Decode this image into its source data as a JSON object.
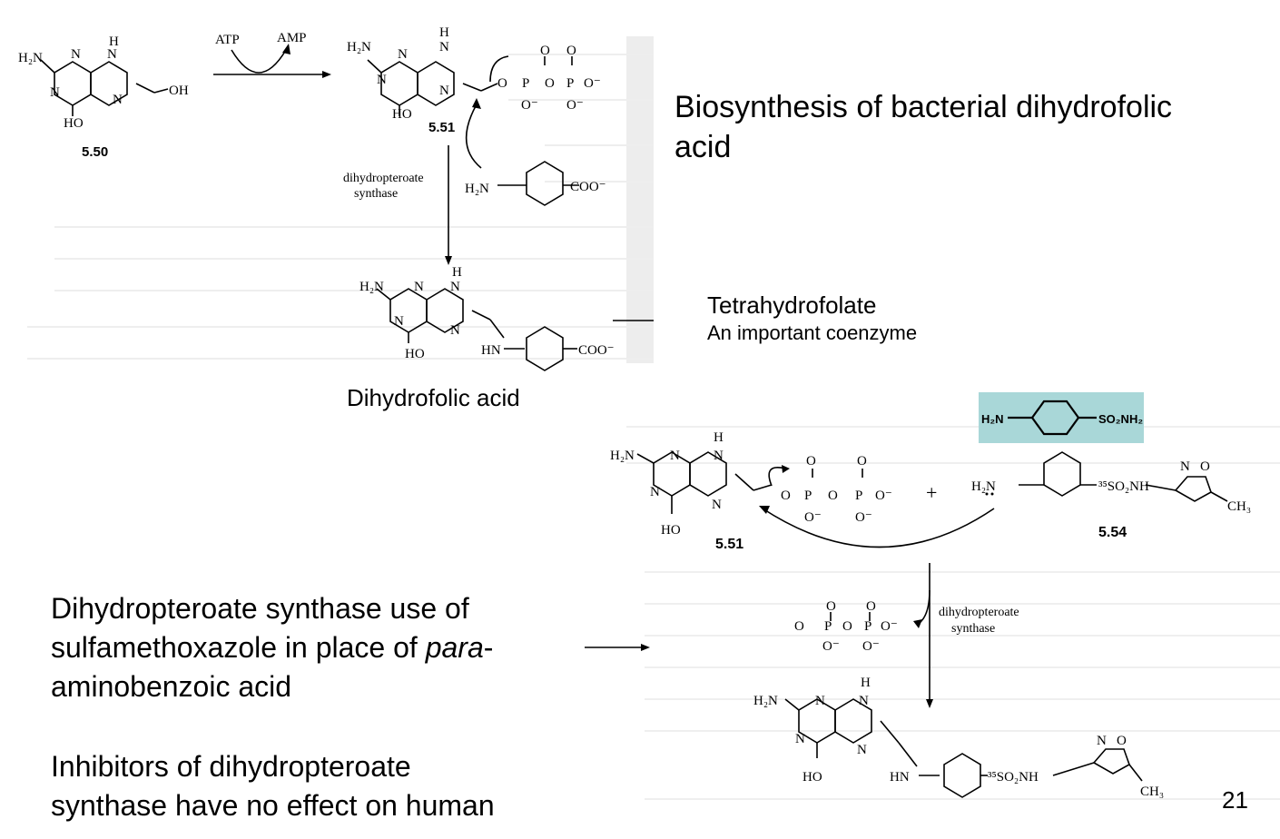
{
  "slide": {
    "title_line1": "Biosynthesis of bacterial dihydrofolic",
    "title_line2": "acid",
    "product_name": "Tetrahydrofolate",
    "product_note": "An important coenzyme",
    "dhf_label": "Dihydrofolic acid",
    "body1_line1": "Dihydropteroate synthase use of",
    "body1_line2a": "sulfamethoxazole in place of ",
    "body1_line2b": "para",
    "body1_line2c": "-",
    "body1_line3": "aminobenzoic acid",
    "body2_line1": "Inhibitors of dihydropteroate",
    "body2_line2": "synthase have no effect on human",
    "page_number": "21"
  },
  "scheme": {
    "atp": "ATP",
    "amp": "AMP",
    "cmpd_550": "5.50",
    "cmpd_551": "5.51",
    "cmpd_554": "5.54",
    "enzyme_line1": "dihydropteroate",
    "enzyme_line2": "synthase",
    "h2n": "H₂N",
    "h": "H",
    "n": "N",
    "ho": "HO",
    "oh": "OH",
    "hn": "HN",
    "coo": "COO⁻",
    "o": "O",
    "p": "P",
    "o_minus": "O⁻",
    "plus": "+",
    "so2nh": "³⁵SO₂NH",
    "ch3": "CH₃",
    "sulf_h2n": "H₂N",
    "sulf_so2nh2": "SO₂NH₂"
  },
  "colors": {
    "inset_bg": "#a9d7d8",
    "scan_tint": "#f3f3f3"
  }
}
